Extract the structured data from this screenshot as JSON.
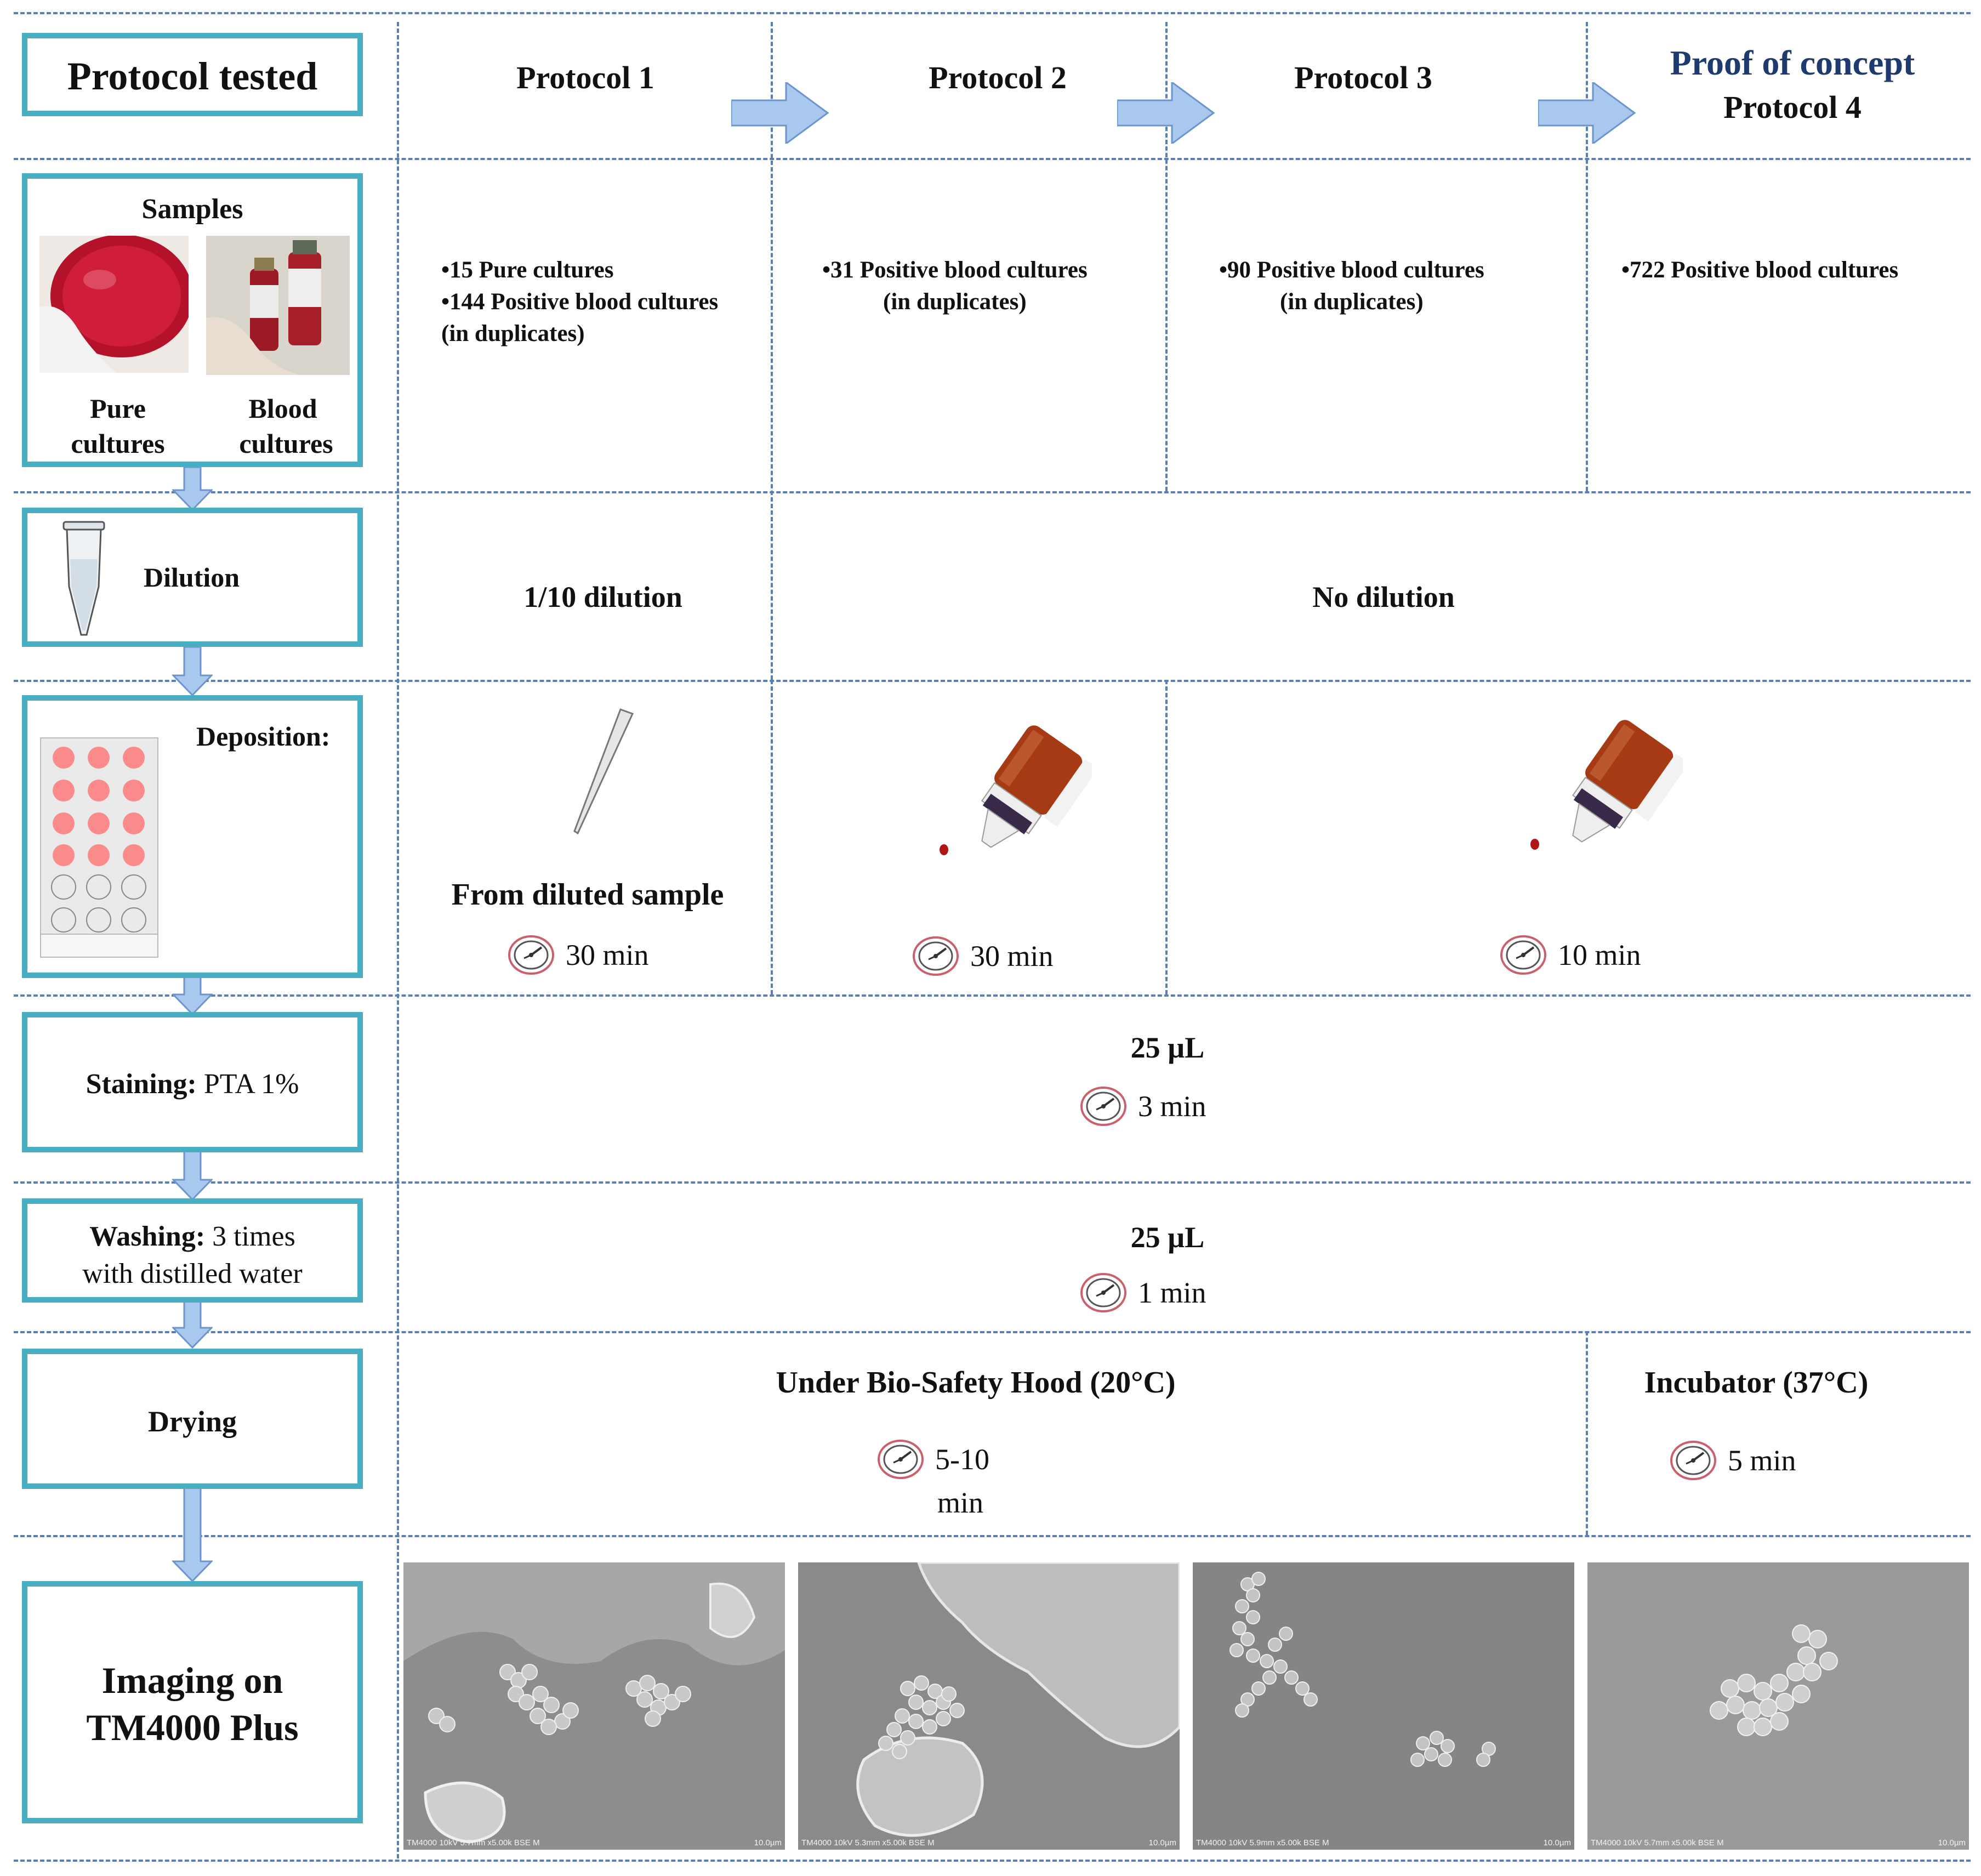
{
  "header": {
    "protocol_tested": "Protocol tested",
    "protocol1": "Protocol 1",
    "protocol2": "Protocol 2",
    "protocol3": "Protocol 3",
    "proof_of_concept": "Proof of concept",
    "protocol4": "Protocol 4"
  },
  "steps": {
    "samples": {
      "title": "Samples",
      "pure_line1": "Pure",
      "pure_line2": "cultures",
      "blood_line1": "Blood",
      "blood_line2": "cultures"
    },
    "dilution": "Dilution",
    "deposition": "Deposition:",
    "staining_bold": "Staining:",
    "staining_rest": " PTA 1%",
    "washing_bold": "Washing:",
    "washing_rest": " 3 times",
    "washing_line2": "with distilled water",
    "drying": "Drying",
    "imaging_line1": "Imaging on",
    "imaging_line2": "TM4000 Plus"
  },
  "samples_row": {
    "p1_line1": "•15 Pure cultures",
    "p1_line2": "•144 Positive blood cultures",
    "p1_line3": "(in duplicates)",
    "p2_line1": "•31 Positive blood cultures",
    "p2_line2": "(in duplicates)",
    "p3_line1": "•90 Positive blood cultures",
    "p3_line2": "(in duplicates)",
    "p4_line1": "•722 Positive blood cultures"
  },
  "dilution_row": {
    "p1": "1/10 dilution",
    "p234": "No dilution"
  },
  "deposition_row": {
    "p1_text": "From diluted sample",
    "p1_time": "30 min",
    "p2_time": "30 min",
    "p34_time": "10 min"
  },
  "staining_row": {
    "volume": "25 µL",
    "time": "3 min"
  },
  "washing_row": {
    "volume": "25 µL",
    "time": "1 min"
  },
  "drying_row": {
    "p123_text": "Under Bio-Safety Hood (20°C)",
    "p123_time_line1": "5-10",
    "p123_time_line2": "min",
    "p4_text": "Incubator (37°C)",
    "p4_time": "5 min"
  },
  "sem_images": [
    {
      "meta": "TM4000 10kV 5.7mm x5.00k BSE M",
      "scale": "10.0µm"
    },
    {
      "meta": "TM4000 10kV 5.3mm x5.00k BSE M",
      "scale": "10.0µm"
    },
    {
      "meta": "TM4000 10kV 5.9mm x5.00k BSE M",
      "scale": "10.0µm"
    },
    {
      "meta": "TM4000 10kV 5.7mm x5.00k BSE M",
      "scale": "10.0µm"
    }
  ],
  "colors": {
    "box_border": "#4aaec3",
    "grid_dash": "#5b7fb0",
    "arrow_fill": "#a9c8ee",
    "proof_title": "#1f3a6e"
  }
}
